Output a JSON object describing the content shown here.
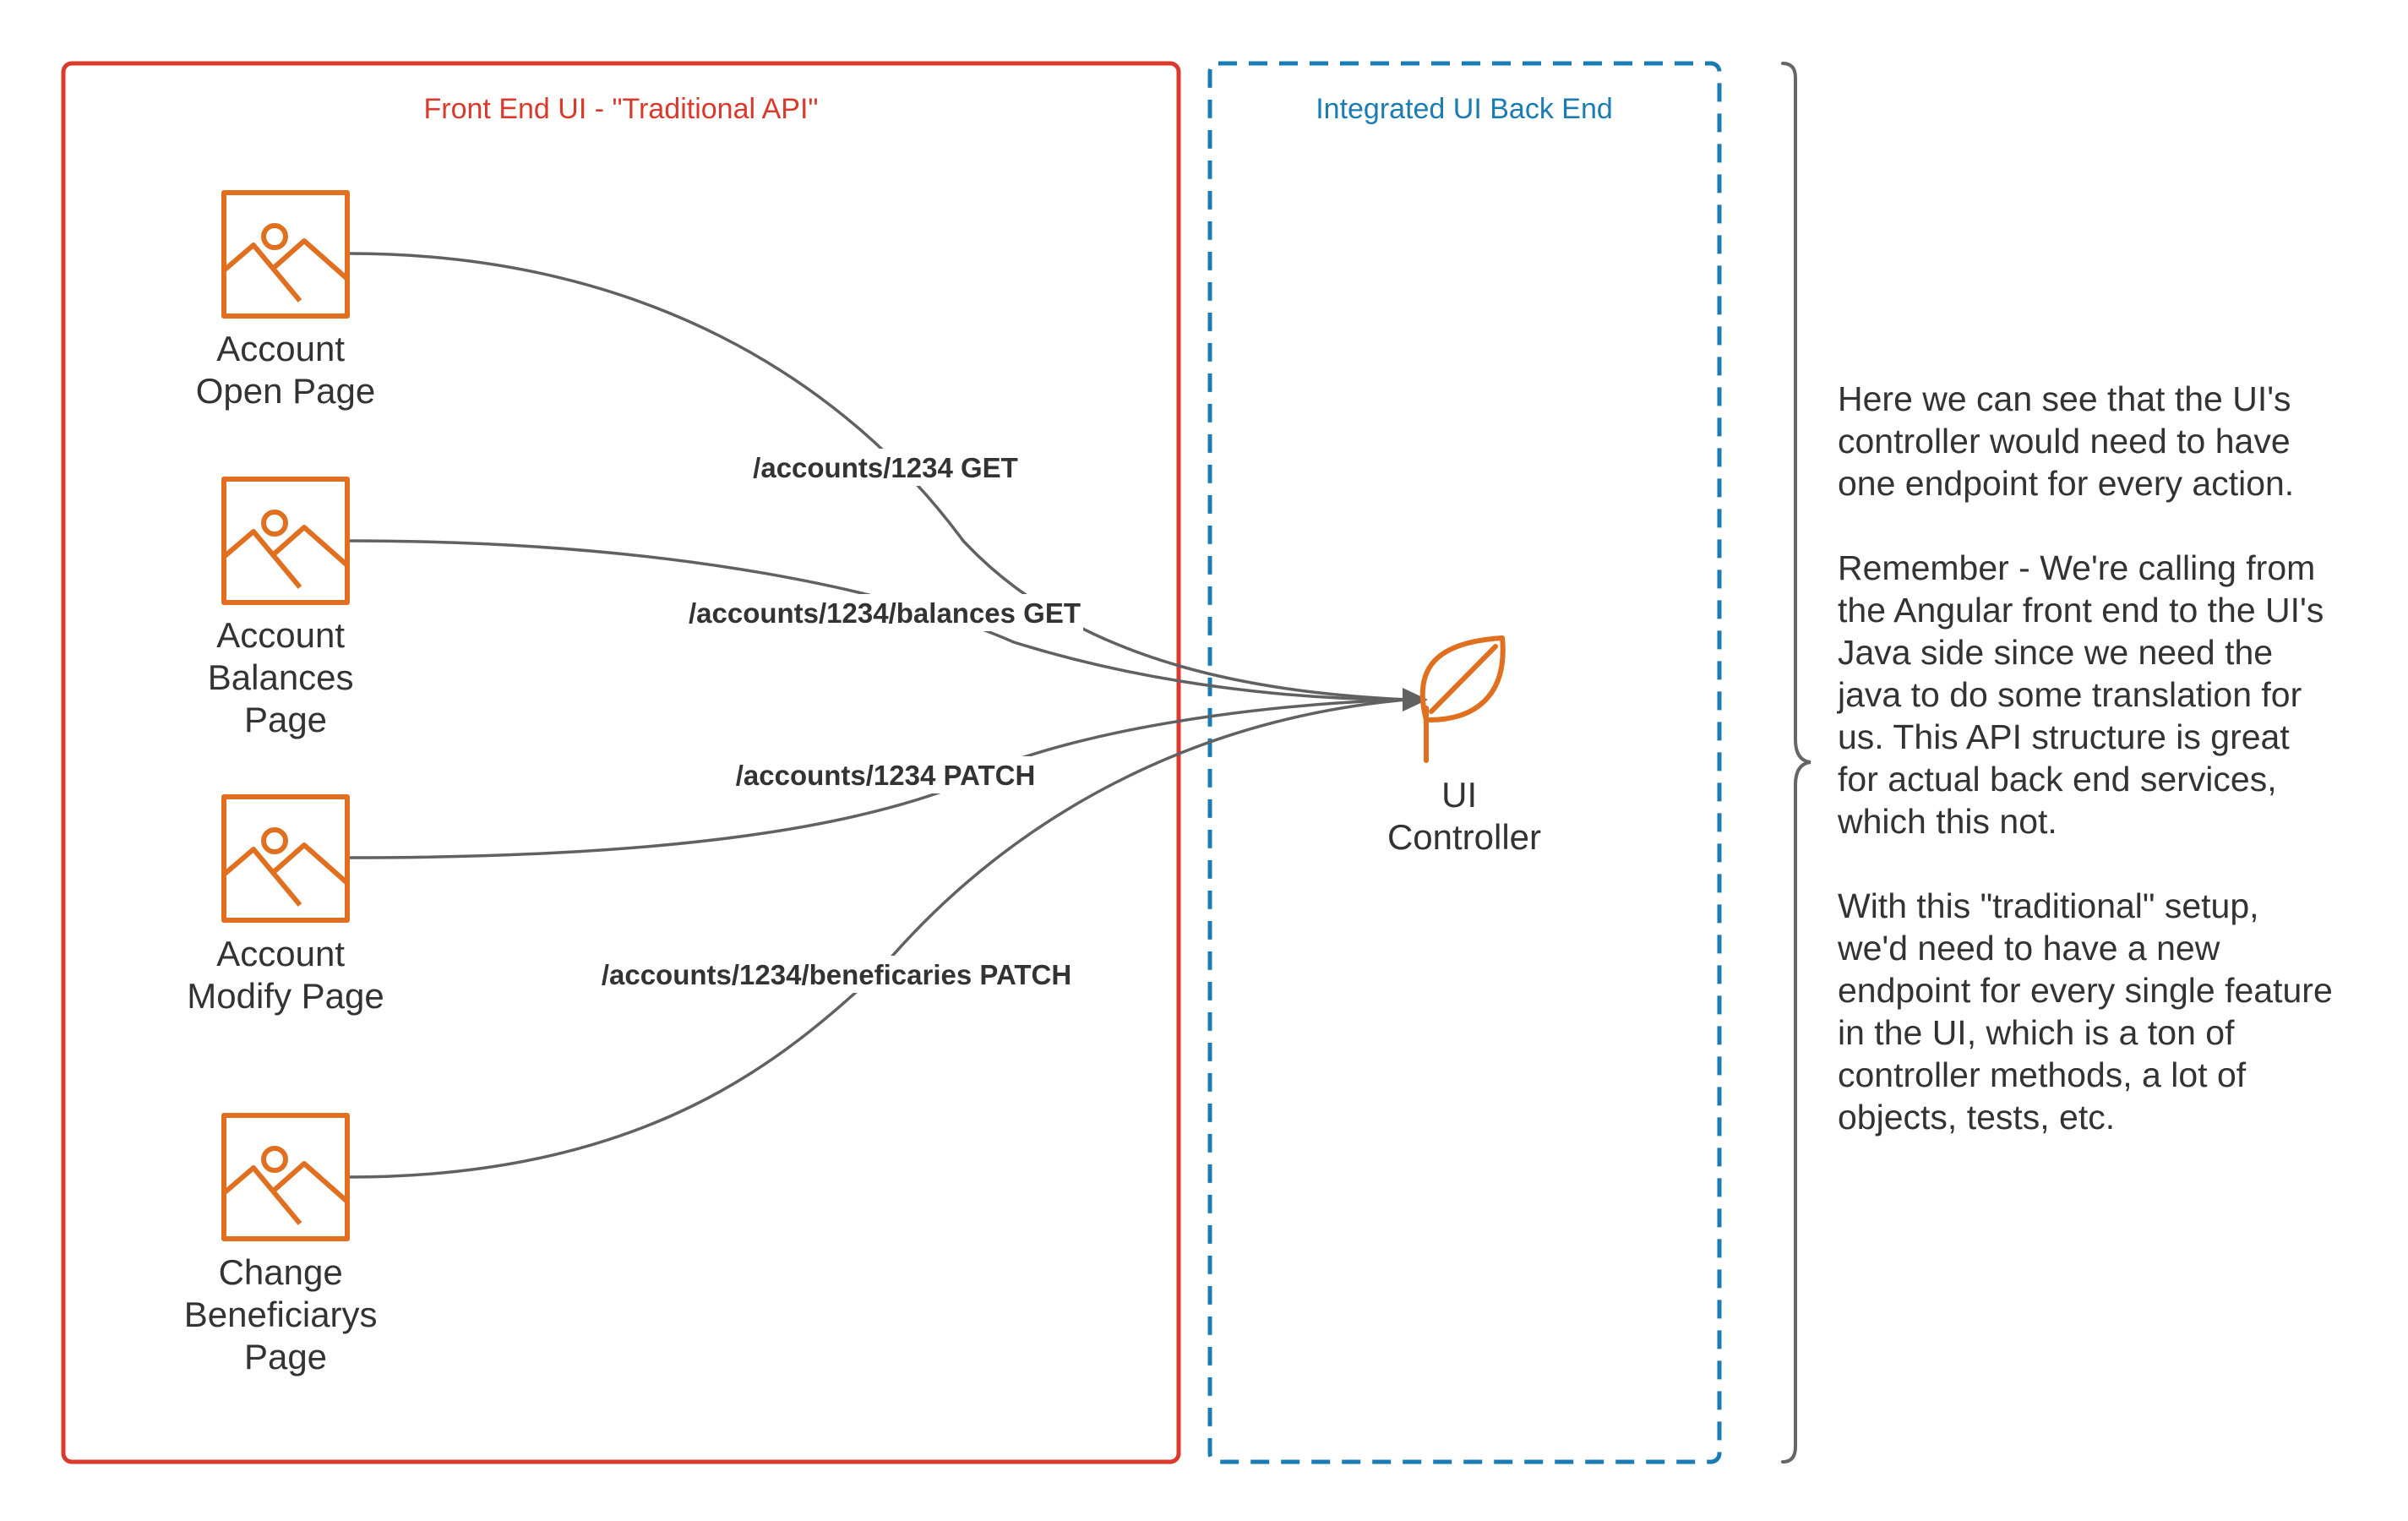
{
  "colors": {
    "frontend_border": "#d93a2b",
    "backend_border": "#1b7cb4",
    "icon": "#e07020",
    "edge": "#616161",
    "text": "#333333",
    "brace": "#666666"
  },
  "frontend": {
    "title": "Front End UI - \"Traditional API\"",
    "pages": [
      {
        "icon": "image-icon",
        "label": [
          "Account",
          "Open Page"
        ]
      },
      {
        "icon": "image-icon",
        "label": [
          "Account",
          "Balances",
          "Page"
        ]
      },
      {
        "icon": "image-icon",
        "label": [
          "Account",
          "Modify Page"
        ]
      },
      {
        "icon": "image-icon",
        "label": [
          "Change",
          "Beneficiarys",
          "Page"
        ]
      }
    ]
  },
  "backend": {
    "title": "Integrated UI Back End",
    "controller": {
      "icon": "spring-leaf-icon",
      "label": [
        "UI",
        "Controller"
      ]
    }
  },
  "edges": [
    {
      "from": "Account Open Page",
      "to": "UI Controller",
      "label": "/accounts/1234 GET"
    },
    {
      "from": "Account Balances Page",
      "to": "UI Controller",
      "label": "/accounts/1234/balances GET"
    },
    {
      "from": "Account Modify Page",
      "to": "UI Controller",
      "label": "/accounts/1234 PATCH"
    },
    {
      "from": "Change Beneficiarys Page",
      "to": "UI Controller",
      "label": "/accounts/1234/beneficaries PATCH"
    }
  ],
  "note": {
    "lines": [
      "Here we can see that the UI's",
      "controller would need to have",
      "one endpoint for every action.",
      "",
      "Remember - We're calling from",
      "the Angular front end to the UI's",
      "Java side since we need the",
      "java to do some translation for",
      "us. This API structure is great",
      "for actual back end services,",
      "which this not.",
      "",
      "With this \"traditional\" setup,",
      "we'd need to have a new",
      "endpoint for every single feature",
      "in the UI, which is a ton of",
      "controller methods, a lot of",
      "objects, tests, etc."
    ]
  }
}
